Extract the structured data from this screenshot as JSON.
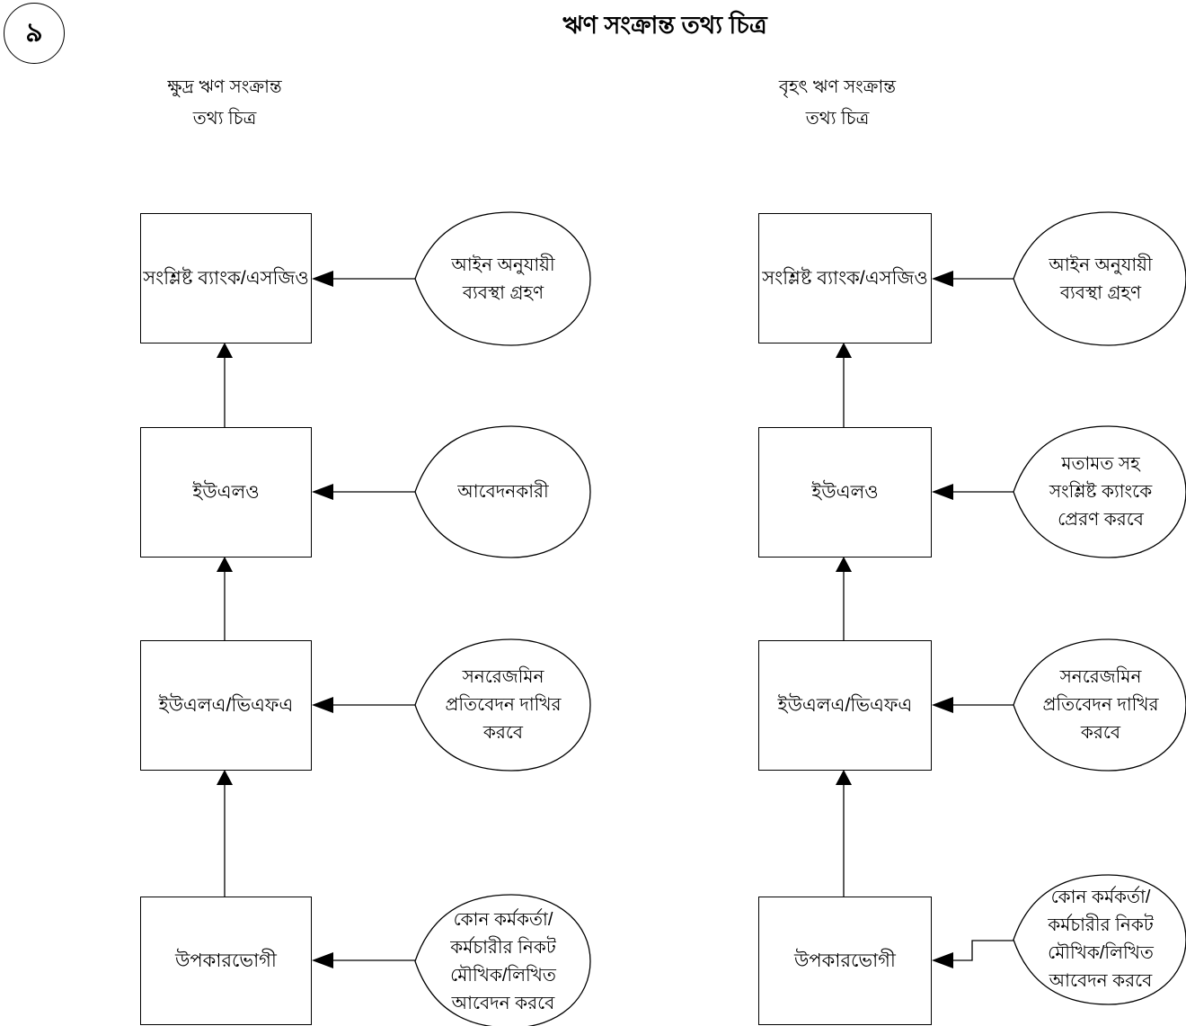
{
  "page": {
    "badge_number": "৯",
    "title": "ঋণ সংক্রান্ত তথ্য চিত্র"
  },
  "colors": {
    "stroke": "#000000",
    "background": "#ffffff"
  },
  "columns": [
    {
      "id": "micro-loan",
      "header": "ক্ষুদ্র ঋণ সংক্রান্ত\nতথ্য চিত্র",
      "boxes": [
        "সংশ্লিষ্ট ব্যাংক/এসজিও",
        "ইউএলও",
        "ইউএলএ/ভিএফএ",
        "উপকারভোগী"
      ],
      "ovals": [
        "আইন অনুযায়ী\nব্যবস্থা গ্রহণ",
        "আবেদনকারী",
        "সনরেজমিন\nপ্রতিবেদন দাখির\nকরবে",
        "কোন কর্মকর্তা/\nকর্মচারীর নিকট\nমৌখিক/লিখিত\nআবেদন করবে"
      ]
    },
    {
      "id": "large-loan",
      "header": "বৃহৎ ঋণ সংক্রান্ত\nতথ্য চিত্র",
      "boxes": [
        "সংশ্লিষ্ট ব্যাংক/এসজিও",
        "ইউএলও",
        "ইউএলএ/ভিএফএ",
        "উপকারভোগী"
      ],
      "ovals": [
        "আইন অনুযায়ী\nব্যবস্থা গ্রহণ",
        "মতামত সহ\nসংশ্লিষ্ট ক্যাংকে\nপ্রেরণ করবে",
        "সনরেজমিন\nপ্রতিবেদন দাখির\nকরবে",
        "কোন কর্মকর্তা/\nকর্মচারীর নিকট\nমৌখিক/লিখিত\nআবেদন করবে"
      ]
    }
  ]
}
